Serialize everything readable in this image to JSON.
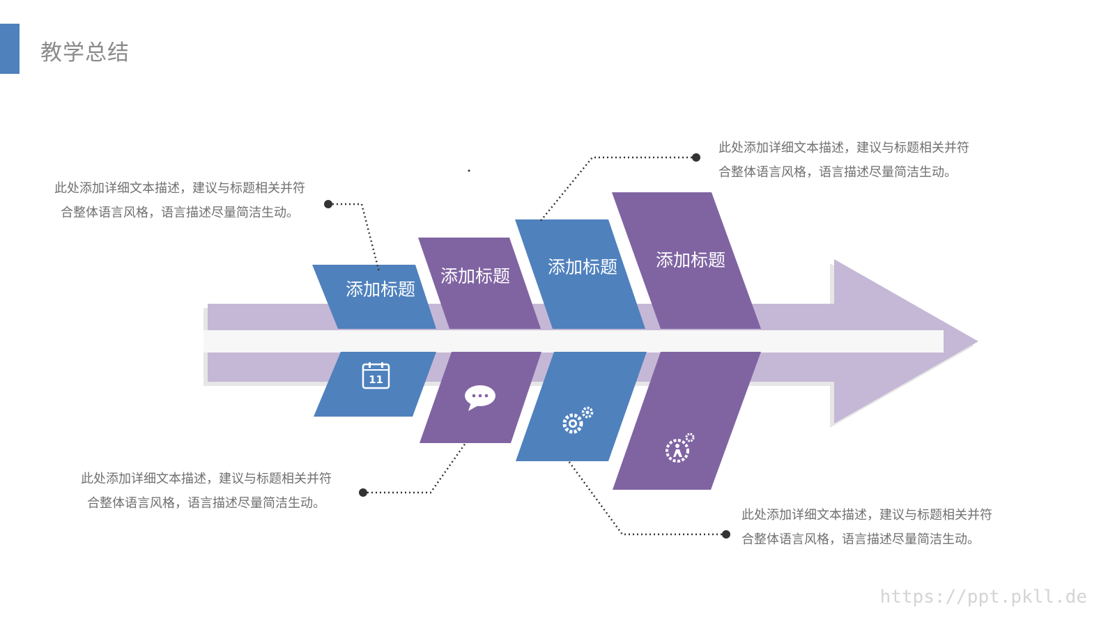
{
  "title": "教学总结",
  "watermark": "https://ppt.pkll.de",
  "colors": {
    "blue": "#4f81bd",
    "purple": "#8064a2",
    "arrow": "#c5b8d6",
    "text": "#6f6f6f"
  },
  "steps": [
    {
      "label": "添加标题",
      "icon": "calendar-icon",
      "icon_text": "11",
      "color": "#4f81bd"
    },
    {
      "label": "添加标题",
      "icon": "chat-bubble-icon",
      "color": "#8064a2"
    },
    {
      "label": "添加标题",
      "icon": "gears-icon",
      "color": "#4f81bd"
    },
    {
      "label": "添加标题",
      "icon": "person-gear-icon",
      "color": "#8064a2"
    }
  ],
  "descriptions": {
    "top_left": {
      "line1": "此处添加详细文本描述，建议与标题相关并符",
      "line2": "合整体语言风格，语言描述尽量简洁生动。"
    },
    "top_right": {
      "line1": "此处添加详细文本描述，建议与标题相关并符",
      "line2": "合整体语言风格，语言描述尽量简洁生动。"
    },
    "bottom_left": {
      "line1": "此处添加详细文本描述，建议与标题相关并符",
      "line2": "合整体语言风格，语言描述尽量简洁生动。"
    },
    "bottom_right": {
      "line1": "此处添加详细文本描述，建议与标题相关并符",
      "line2": "合整体语言风格，语言描述尽量简洁生动。"
    }
  }
}
